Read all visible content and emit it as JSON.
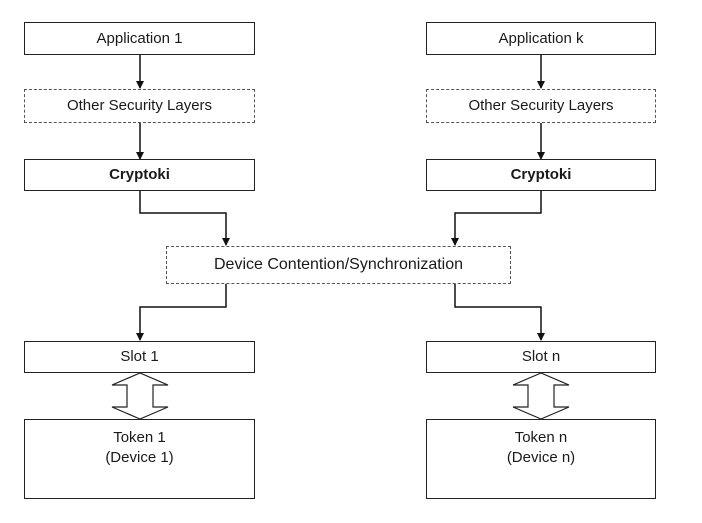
{
  "left": {
    "application": "Application 1",
    "security": "Other Security Layers",
    "cryptoki": "Cryptoki",
    "slot": "Slot 1",
    "token_line1": "Token 1",
    "token_line2": "(Device 1)"
  },
  "right": {
    "application": "Application k",
    "security": "Other Security Layers",
    "cryptoki": "Cryptoki",
    "slot": "Slot n",
    "token_line1": "Token n",
    "token_line2": "(Device n)"
  },
  "shared": {
    "contention": "Device Contention/Synchronization"
  }
}
